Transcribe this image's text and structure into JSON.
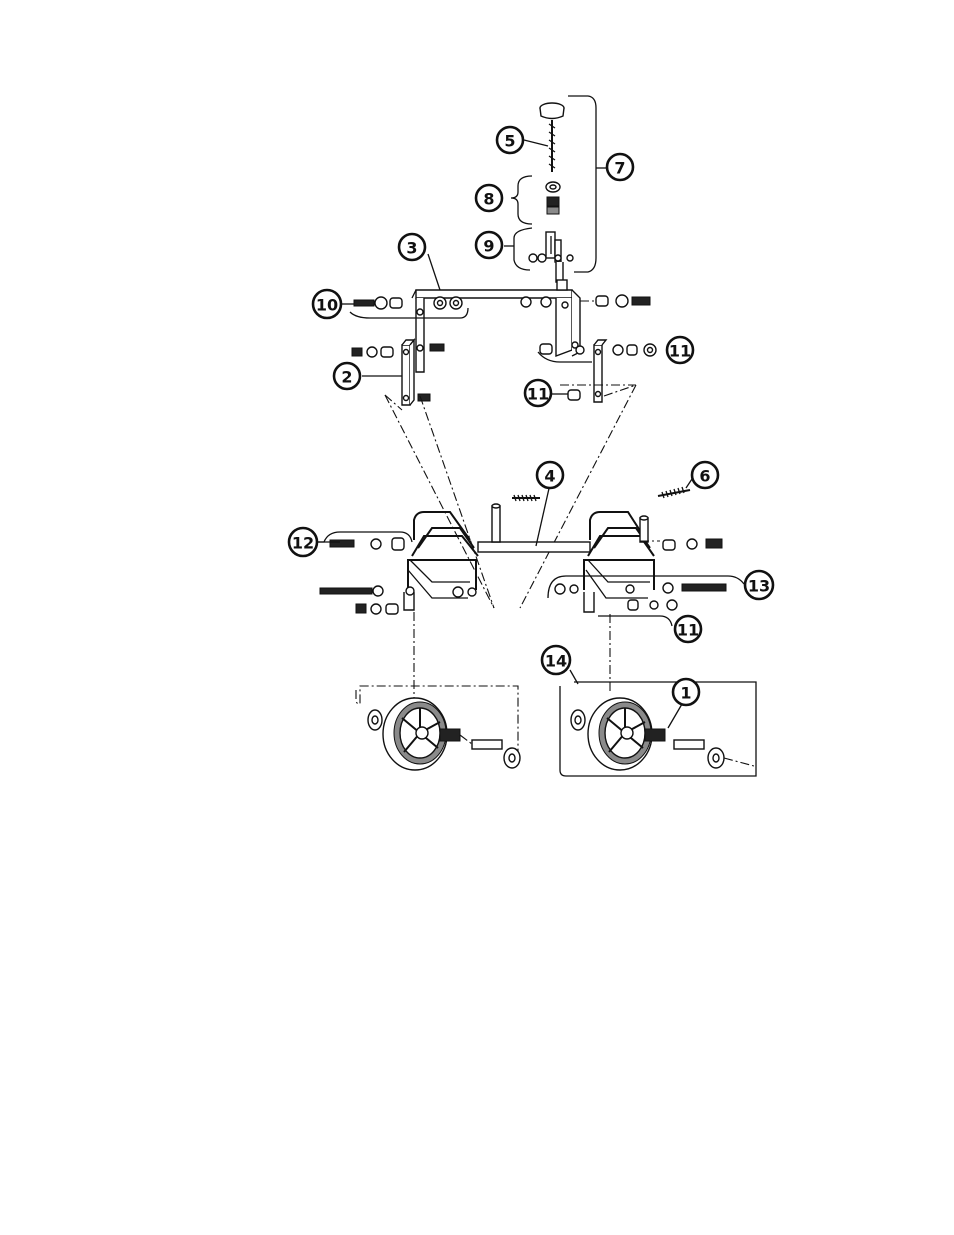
{
  "callouts": {
    "c1": "1",
    "c2": "2",
    "c3": "3",
    "c4": "4",
    "c5": "5",
    "c6": "6",
    "c7": "7",
    "c8": "8",
    "c9": "9",
    "c10": "10",
    "c11a": "11",
    "c11b": "11",
    "c11c": "11",
    "c12": "12",
    "c13": "13",
    "c14": "14"
  }
}
